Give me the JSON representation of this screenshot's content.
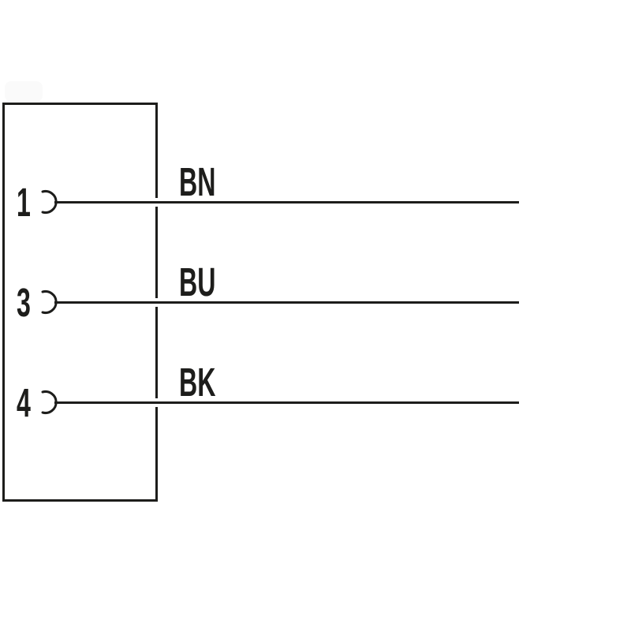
{
  "diagram": {
    "type": "connector-pinout-wiring-diagram",
    "background_color": "#ffffff",
    "line_color": "#1d1d1b",
    "pins": [
      {
        "number": "1",
        "label": "BN"
      },
      {
        "number": "3",
        "label": "BU"
      },
      {
        "number": "4",
        "label": "BK"
      }
    ]
  }
}
